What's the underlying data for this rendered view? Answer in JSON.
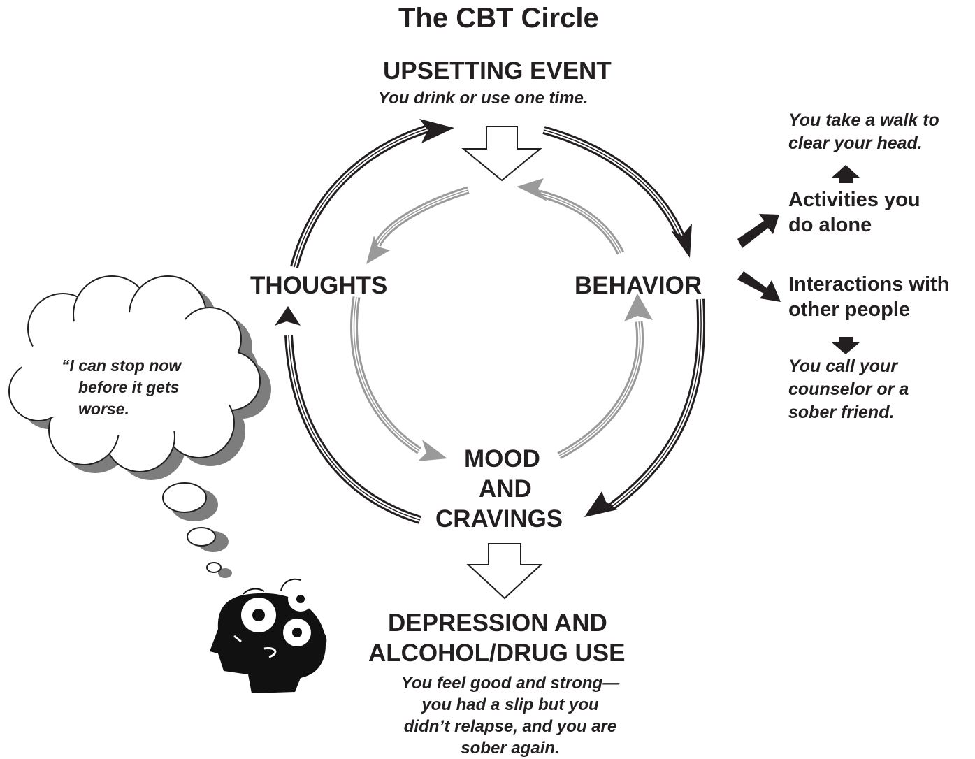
{
  "title": "The CBT Circle",
  "nodes": {
    "upsetting_event": {
      "label": "UPSETTING EVENT",
      "caption": "You drink or use one time."
    },
    "thoughts": {
      "label": "THOUGHTS"
    },
    "behavior": {
      "label": "BEHAVIOR"
    },
    "mood": {
      "line1": "MOOD",
      "line2": "AND",
      "line3": "CRAVINGS"
    },
    "outcome": {
      "line1": "DEPRESSION AND",
      "line2": "ALCOHOL/DRUG USE",
      "caption_lines": [
        "You feel good and strong—",
        "you had a slip but you",
        "didn’t relapse, and you are",
        "sober again."
      ]
    }
  },
  "behavior_branches": {
    "alone": {
      "lines": [
        "Activities you",
        "do alone"
      ],
      "example": [
        "You take a walk to",
        "clear your head."
      ]
    },
    "others": {
      "lines": [
        "Interactions with",
        "other people"
      ],
      "example": [
        "You call your",
        "counselor or a",
        "sober friend."
      ]
    }
  },
  "thought_bubble": {
    "lines": [
      "“I can stop now",
      "before it gets",
      "worse."
    ]
  },
  "icons": [
    "thinking-head-gears-icon",
    "thought-cloud-icon"
  ],
  "colors": {
    "primary": "#231f20",
    "secondary": "#9a9a9a",
    "shadow": "#7d7d7d"
  }
}
